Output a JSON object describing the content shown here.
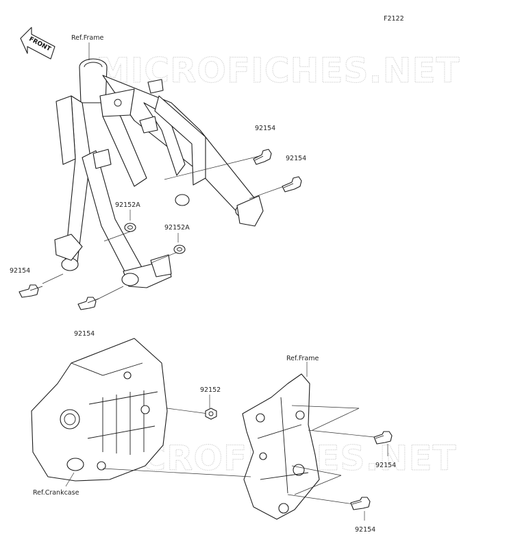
{
  "diagram": {
    "code": "F2122",
    "front_label": "FRONT",
    "watermark_top": "MICROFICHES.NET",
    "watermark_bottom": "MICROFICHES.NET",
    "refs": {
      "frame_top": "Ref.Frame",
      "frame_bottom": "Ref.Frame",
      "crankcase": "Ref.Crankcase"
    },
    "parts": {
      "bolt_upper_right_1": "92154",
      "bolt_upper_right_2": "92154",
      "spacer_left": "92152A",
      "spacer_right": "92152A",
      "bolt_left": "92154",
      "bolt_lower_left": "92154",
      "collar_lower": "92152",
      "bolt_lower_right_1": "92154",
      "bolt_lower_right_2": "92154"
    }
  }
}
